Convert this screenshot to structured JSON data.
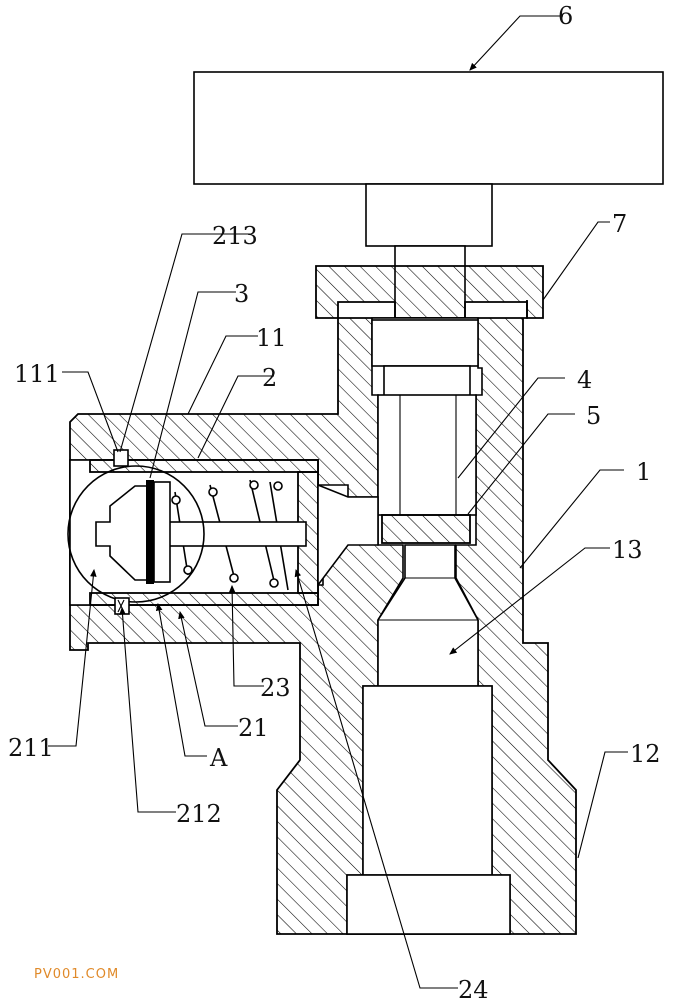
{
  "watermark": "PV001.COM",
  "labels": {
    "l6": "6",
    "l7": "7",
    "l213": "213",
    "l3": "3",
    "l11": "11",
    "l111": "111",
    "l2": "2",
    "l4": "4",
    "l5": "5",
    "l1": "1",
    "l13": "13",
    "l23": "23",
    "l21": "21",
    "l211": "211",
    "lA": "A",
    "l212": "212",
    "l12": "12",
    "l24": "24"
  }
}
